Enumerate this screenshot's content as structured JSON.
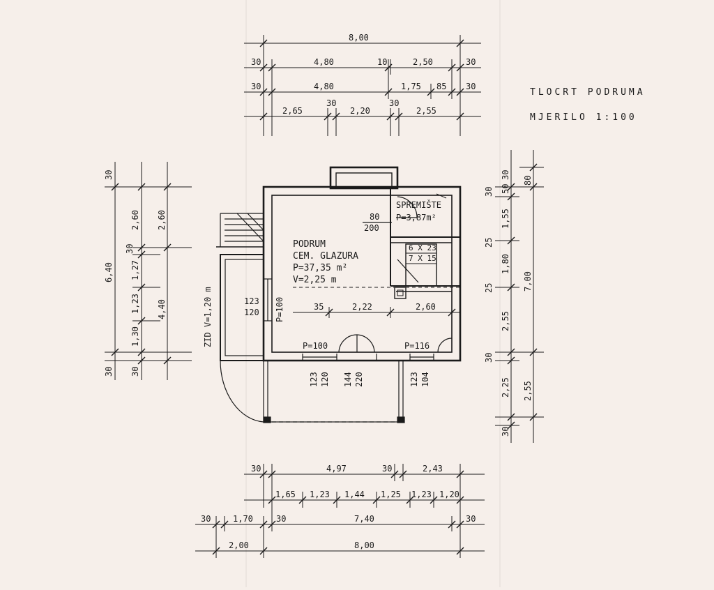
{
  "title": {
    "line1": "TLOCRT  PODRUMA",
    "line2": "MJERILO  1:100"
  },
  "rooms": {
    "podrum_name": "PODRUM",
    "podrum_floor": "CEM. GLAZURA",
    "podrum_area": "P=37,35 m²",
    "podrum_height": "V=2,25 m",
    "spremiste_name": "SPREMIŠTE",
    "spremiste_area": "P=3,87m²",
    "spremiste_door_w": "80",
    "spremiste_door_h": "200",
    "stair_1": "6 X 23",
    "stair_2": "7 X 15"
  },
  "labels": {
    "wall": "ZID  V=1,20 m",
    "door_main": "P=100",
    "door_right": "P=116",
    "door_left": "P=100",
    "win_left_w": "123",
    "win_left_h": "120",
    "win_b1_w": "123",
    "win_b1_h": "120",
    "win_b2_w": "144",
    "win_b2_h": "220",
    "win_b3_w": "123",
    "win_b3_h": "104",
    "inner_35": "35",
    "inner_222": "2,22",
    "inner_260": "2,60"
  },
  "dims_top": {
    "r1": [
      "8,00"
    ],
    "r2": [
      "30",
      "4,80",
      "10",
      "2,50",
      "30"
    ],
    "r3": [
      "30",
      "4,80",
      "1,75",
      "85",
      "30"
    ],
    "r4": [
      "2,65",
      "30",
      "2,20",
      "30",
      "2,55"
    ]
  },
  "dims_bottom": {
    "r1": [
      "30",
      "4,97",
      "30",
      "2,43"
    ],
    "r2": [
      "1,65",
      "1,23",
      "1,44",
      "1,25",
      "1,23",
      "1,20"
    ],
    "r3": [
      "30",
      "1,70",
      "30",
      "7,40",
      "30"
    ],
    "r4": [
      "2,00",
      "8,00"
    ]
  },
  "dims_left": {
    "c1": [
      "6,40",
      "30"
    ],
    "c2": [
      "30",
      "1,27",
      "1,23",
      "1,30",
      "30"
    ],
    "c3": [
      "2,60",
      "4,40"
    ],
    "top30": "30",
    "c2_260": "2,60"
  },
  "dims_right": {
    "c1": [
      "30",
      "25",
      "25",
      "30"
    ],
    "c2": [
      "50",
      "1,55",
      "1,80",
      "2,55",
      "2,25",
      "30"
    ],
    "c2_top30": "30",
    "c3": [
      "80",
      "7,00",
      "2,55"
    ]
  }
}
